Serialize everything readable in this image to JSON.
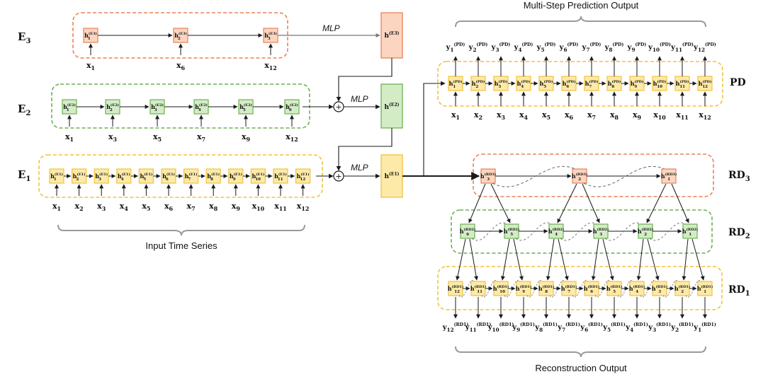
{
  "colors": {
    "orange_fill": "#fbd5c0",
    "orange_stroke": "#e9825a",
    "green_fill": "#d3ecc6",
    "green_stroke": "#6db152",
    "yellow_fill": "#fdeaa8",
    "yellow_stroke": "#f2c23c",
    "bracket": "#9a9a9a",
    "arrow": "#1a1a1a",
    "dashed": "#666666"
  },
  "labels": {
    "E3": "E",
    "E3_sub": "3",
    "E2": "E",
    "E2_sub": "2",
    "E1": "E",
    "E1_sub": "1",
    "PD": "PD",
    "RD3": "RD",
    "RD3_sub": "3",
    "RD2": "RD",
    "RD2_sub": "2",
    "RD1": "RD",
    "RD1_sub": "1",
    "mlp": "MLP",
    "plus": "+",
    "input_caption": "Input Time Series",
    "pred_caption": "Multi-Step Prediction Output",
    "recon_caption": "Reconstruction Output"
  },
  "encoders": {
    "e3": {
      "layer": "E3",
      "x_idx": [
        "1",
        "6",
        "12"
      ],
      "h_idx": [
        "1",
        "2",
        "3"
      ]
    },
    "e2": {
      "layer": "E2",
      "x_idx": [
        "1",
        "3",
        "5",
        "7",
        "9",
        "12"
      ],
      "h_idx": [
        "1",
        "2",
        "3",
        "4",
        "5",
        "6"
      ]
    },
    "e1": {
      "layer": "E1",
      "x_idx": [
        "1",
        "2",
        "3",
        "4",
        "5",
        "6",
        "7",
        "8",
        "9",
        "10",
        "11",
        "12"
      ],
      "h_idx": [
        "1",
        "2",
        "3",
        "4",
        "5",
        "6",
        "7",
        "8",
        "9",
        "10",
        "11",
        "12"
      ]
    }
  },
  "summary": {
    "e3": {
      "sym": "h",
      "sup": "(E3)"
    },
    "e2": {
      "sym": "h",
      "sup": "(E2)"
    },
    "e1": {
      "sym": "h",
      "sup": "(E1)"
    }
  },
  "pd": {
    "layer": "PD",
    "h_idx": [
      "1",
      "2",
      "3",
      "4",
      "5",
      "6",
      "7",
      "8",
      "9",
      "10",
      "11",
      "12"
    ],
    "x_idx": [
      "1",
      "2",
      "3",
      "4",
      "5",
      "6",
      "7",
      "8",
      "9",
      "10",
      "11",
      "12"
    ],
    "y_idx": [
      "1",
      "2",
      "3",
      "4",
      "5",
      "6",
      "7",
      "8",
      "9",
      "10",
      "11",
      "12"
    ],
    "y_sup": "(PD)"
  },
  "rd3": {
    "layer": "RD3",
    "h_idx": [
      "3",
      "2",
      "1"
    ]
  },
  "rd2": {
    "layer": "RD2",
    "h_idx": [
      "6",
      "5",
      "4",
      "3",
      "2",
      "1"
    ]
  },
  "rd1": {
    "layer": "RD1",
    "h_idx": [
      "12",
      "11",
      "10",
      "9",
      "8",
      "7",
      "6",
      "5",
      "4",
      "3",
      "2",
      "1"
    ],
    "y_idx": [
      "12",
      "11",
      "10",
      "9",
      "8",
      "7",
      "6",
      "5",
      "4",
      "3",
      "2",
      "1"
    ],
    "y_sup": "(RD1)"
  }
}
